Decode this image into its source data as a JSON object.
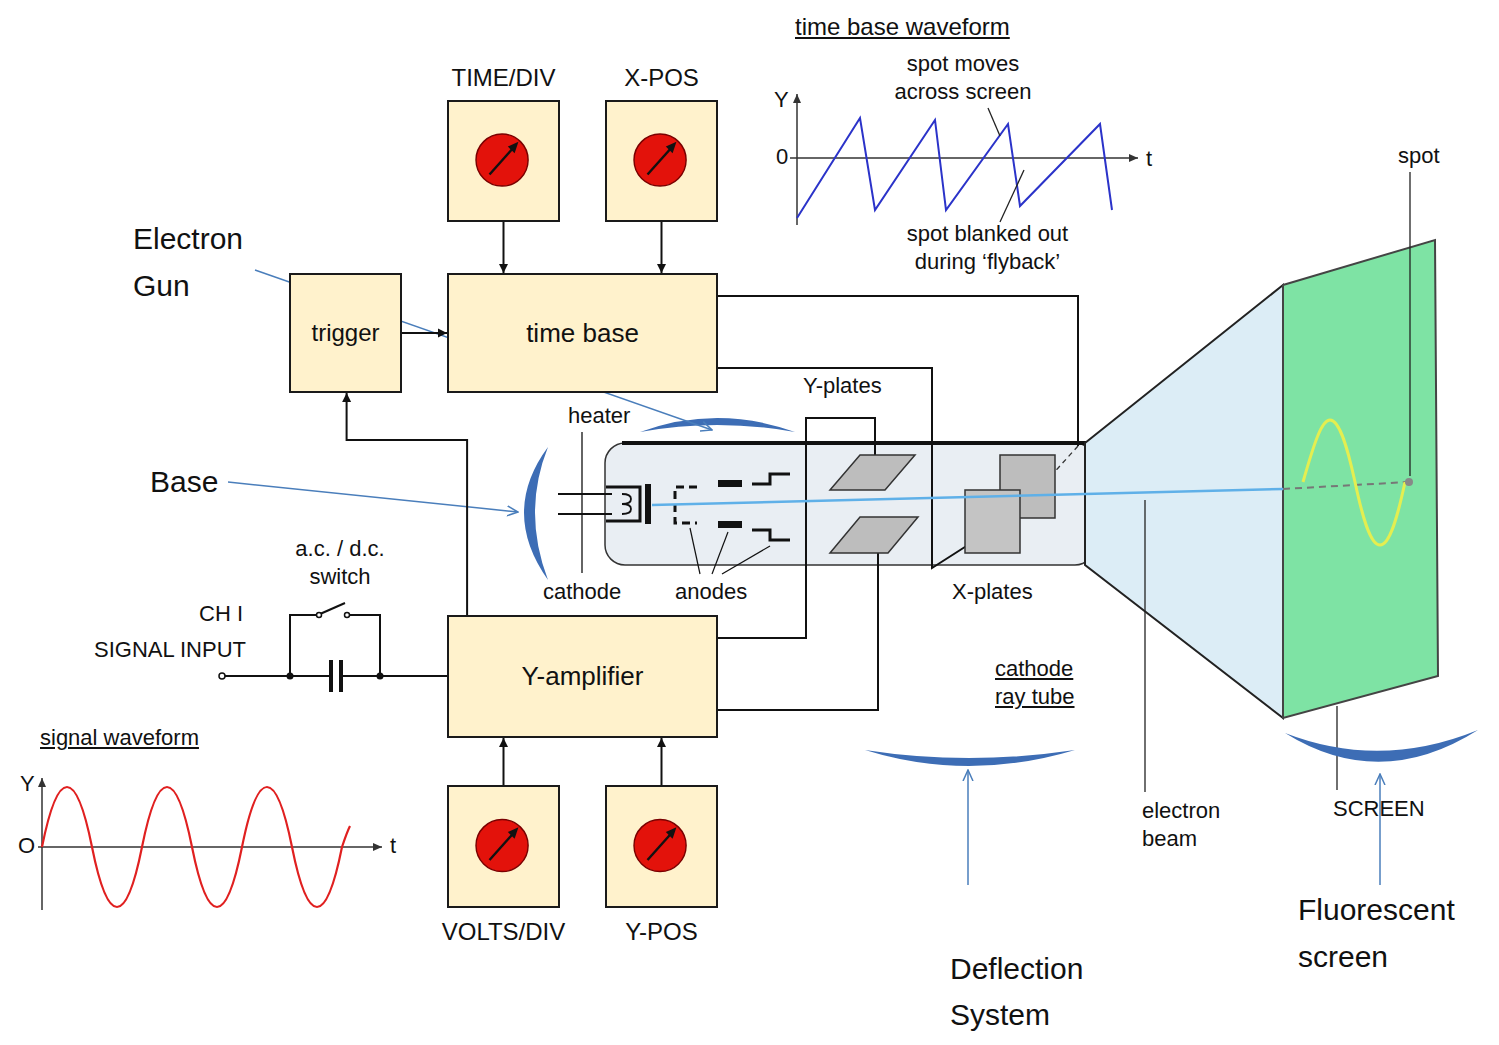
{
  "diagram": {
    "nodes": [
      {
        "text": [
          "TIME/DIV"
        ]
      },
      {
        "text": [
          "X-POS"
        ]
      },
      {
        "text": [
          "trigger"
        ]
      },
      {
        "text": [
          "time base"
        ]
      },
      {
        "text": [
          "Y-amplifier"
        ]
      },
      {
        "text": [
          "VOLTS/DIV"
        ]
      },
      {
        "text": [
          "Y-POS"
        ]
      }
    ],
    "edges": [
      {
        "from": 0,
        "to": 3,
        "arrow": "to"
      },
      {
        "from": 1,
        "to": 3,
        "arrow": "to"
      },
      {
        "from": 2,
        "to": 3,
        "arrow": "to"
      },
      {
        "from": 4,
        "to": 2,
        "arrow": "to"
      },
      {
        "from": 5,
        "to": 4,
        "arrow": "to"
      },
      {
        "from": 6,
        "to": 4,
        "arrow": "to"
      }
    ],
    "labels": [
      "time base waveform",
      "spot moves across screen",
      "Y",
      "0",
      "t",
      "spot",
      "spot blanked out during ‘flyback’",
      "Electron Gun",
      "heater",
      "Base",
      "Y-plates",
      "a.c. / d.c. switch",
      "CH I",
      "SIGNAL INPUT",
      "cathode",
      "anodes",
      "X-plates",
      "cathode ray tube",
      "signal waveform",
      "Y",
      "O",
      "t",
      "electron beam",
      "SCREEN",
      "Fluorescent screen",
      "Deflection System"
    ]
  }
}
